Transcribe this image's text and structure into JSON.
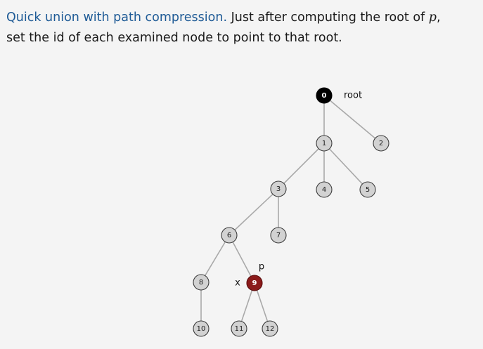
{
  "heading": {
    "lead": "Quick union with path compression.",
    "text_before_var": "Just after computing the root of",
    "var": "p",
    "text_after_var": ",",
    "line2": "set the id of each examined node to point to that root."
  },
  "tree": {
    "colors": {
      "node_fill": "#d2d2d2",
      "root_fill": "#000000",
      "highlight_fill": "#8b1a1a",
      "edge": "#a9a9a9"
    },
    "nodes": [
      {
        "id": "0",
        "label": "0",
        "style": "root"
      },
      {
        "id": "1",
        "label": "1",
        "style": "plain"
      },
      {
        "id": "2",
        "label": "2",
        "style": "plain"
      },
      {
        "id": "3",
        "label": "3",
        "style": "plain"
      },
      {
        "id": "4",
        "label": "4",
        "style": "plain"
      },
      {
        "id": "5",
        "label": "5",
        "style": "plain"
      },
      {
        "id": "6",
        "label": "6",
        "style": "plain"
      },
      {
        "id": "7",
        "label": "7",
        "style": "plain"
      },
      {
        "id": "8",
        "label": "8",
        "style": "plain"
      },
      {
        "id": "9",
        "label": "9",
        "style": "highlight"
      },
      {
        "id": "10",
        "label": "10",
        "style": "plain"
      },
      {
        "id": "11",
        "label": "11",
        "style": "plain"
      },
      {
        "id": "12",
        "label": "12",
        "style": "plain"
      }
    ],
    "edges": [
      [
        "0",
        "1"
      ],
      [
        "0",
        "2"
      ],
      [
        "1",
        "3"
      ],
      [
        "1",
        "4"
      ],
      [
        "1",
        "5"
      ],
      [
        "3",
        "6"
      ],
      [
        "3",
        "7"
      ],
      [
        "6",
        "8"
      ],
      [
        "6",
        "9"
      ],
      [
        "8",
        "10"
      ],
      [
        "9",
        "11"
      ],
      [
        "9",
        "12"
      ]
    ],
    "annotations": [
      {
        "text": "root",
        "node": "0"
      },
      {
        "text": "p",
        "node": "9"
      },
      {
        "text": "x",
        "node": "9"
      }
    ]
  }
}
